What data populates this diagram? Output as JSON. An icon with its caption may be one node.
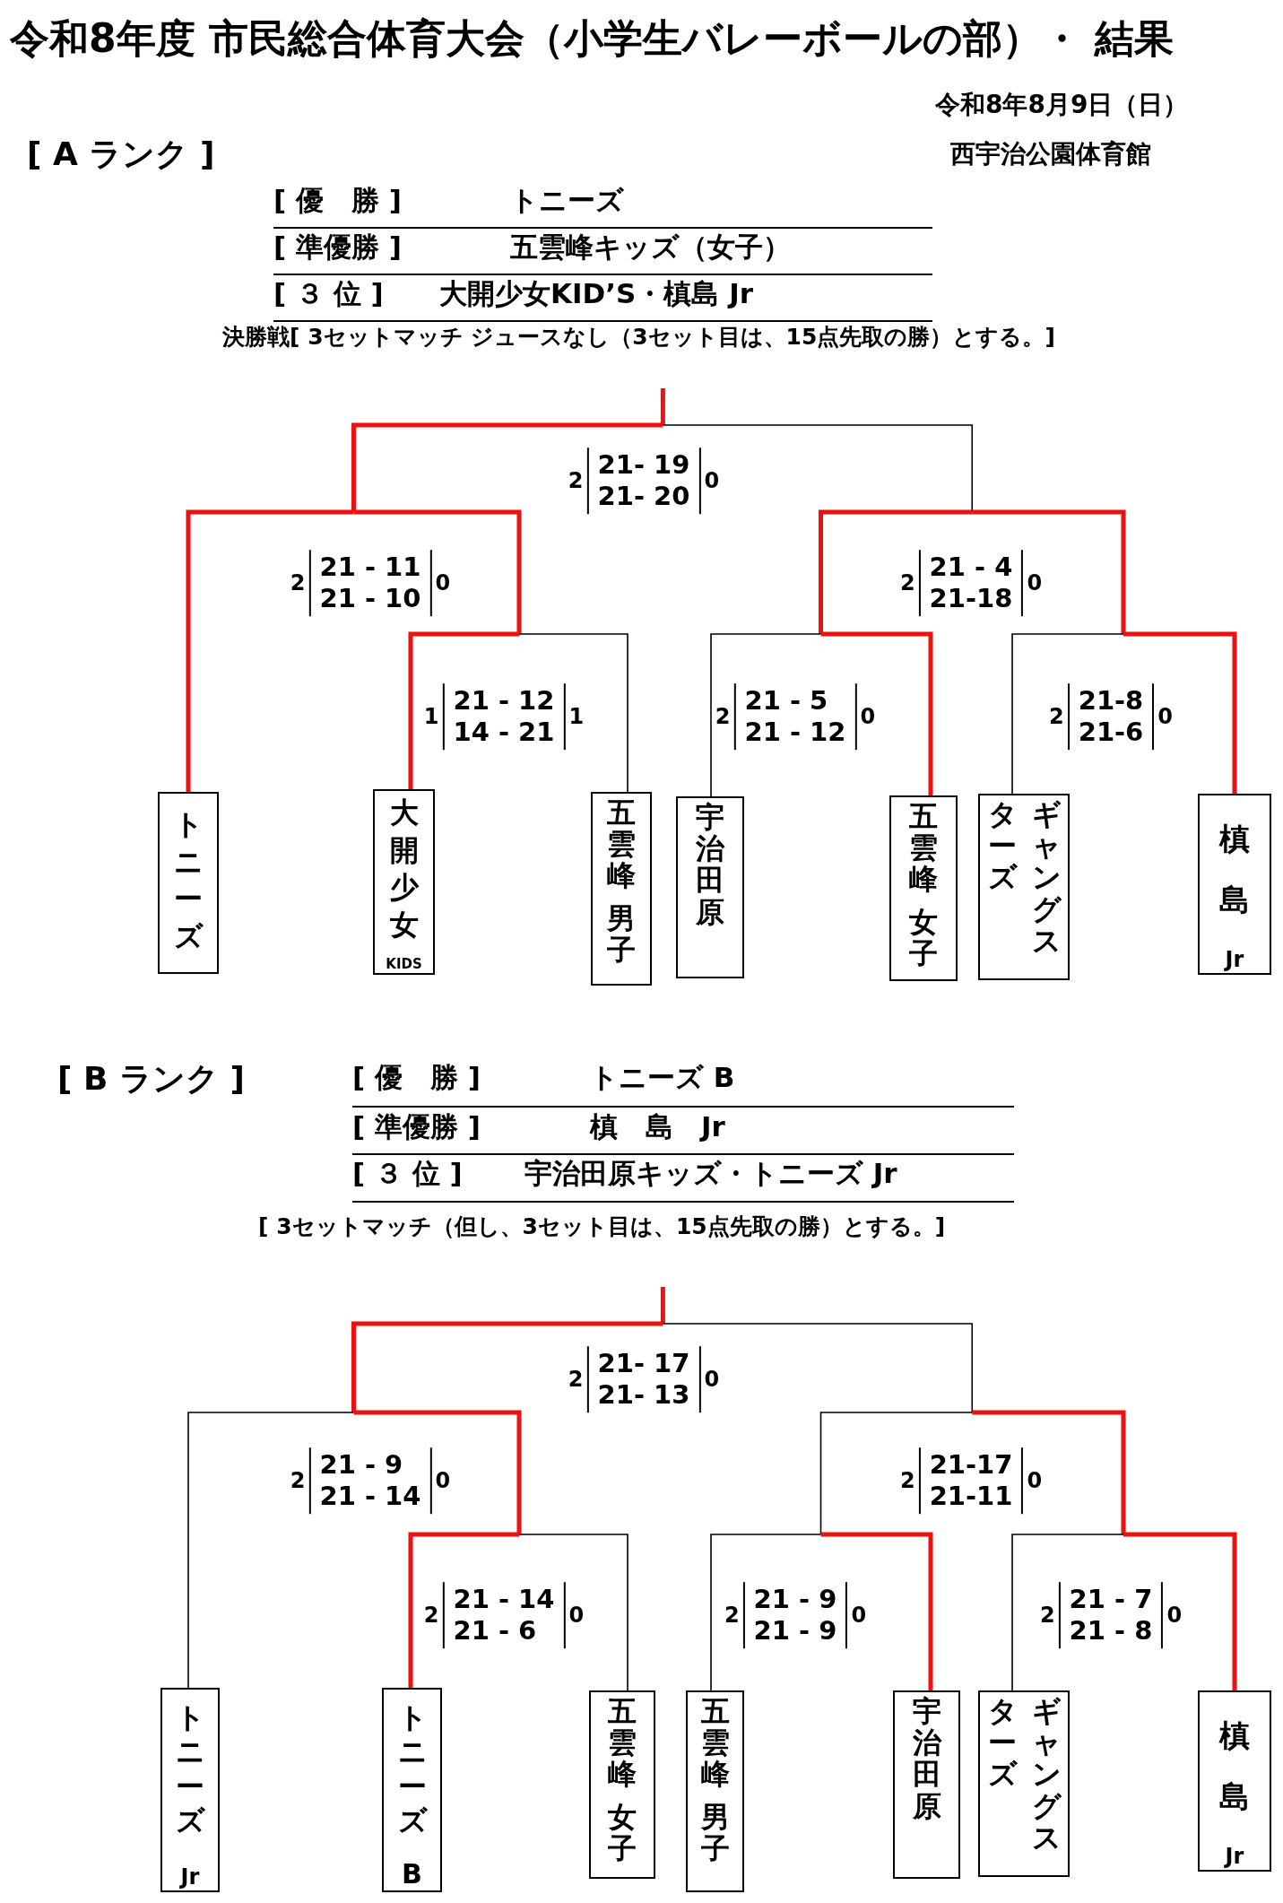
{
  "diagram": {
    "title": "令和8年度 市民総合体育大会（小学生バレーボールの部）・ 結果",
    "nodes": [
      {
        "text": [
          "2",
          "21- 19",
          "21- 20",
          "0"
        ]
      },
      {
        "text": [
          "2",
          "21 - 11",
          "21 - 10",
          "0"
        ]
      },
      {
        "text": [
          "2",
          "21 - 4",
          "21-18",
          "0"
        ]
      },
      {
        "text": [
          "1",
          "21 - 12",
          "14 - 21",
          "1"
        ]
      },
      {
        "text": [
          "2",
          "21 - 5",
          "21 - 12",
          "0"
        ]
      },
      {
        "text": [
          "2",
          "21-8",
          "21-6",
          "0"
        ]
      },
      {
        "text": [
          "トニーズ"
        ]
      },
      {
        "text": [
          "大開少女",
          "KIDS"
        ]
      },
      {
        "text": [
          "五雲峰",
          "男子"
        ]
      },
      {
        "text": [
          "宇治田原"
        ]
      },
      {
        "text": [
          "五雲峰",
          "女子"
        ]
      },
      {
        "text": [
          "ターズ",
          "ギャングス"
        ]
      },
      {
        "text": [
          "槙島",
          "Jr"
        ]
      },
      {
        "text": [
          "2",
          "21- 17",
          "21- 13",
          "0"
        ]
      },
      {
        "text": [
          "2",
          "21 - 9",
          "21 - 14",
          "0"
        ]
      },
      {
        "text": [
          "2",
          "21-17",
          "21-11",
          "0"
        ]
      },
      {
        "text": [
          "2",
          "21 - 14",
          "21 - 6",
          "0"
        ]
      },
      {
        "text": [
          "2",
          "21 - 9",
          "21 - 9",
          "0"
        ]
      },
      {
        "text": [
          "2",
          "21 - 7",
          "21 - 8",
          "0"
        ]
      },
      {
        "text": [
          "トニーズ",
          "Jr"
        ]
      },
      {
        "text": [
          "トニーズ",
          "B"
        ]
      },
      {
        "text": [
          "五雲峰",
          "女子"
        ]
      },
      {
        "text": [
          "五雲峰",
          "男子"
        ]
      },
      {
        "text": [
          "宇治田原"
        ]
      },
      {
        "text": [
          "ターズ",
          "ギャングス"
        ]
      },
      {
        "text": [
          "槙島",
          "Jr"
        ]
      }
    ],
    "edges": [
      {
        "from": 0,
        "to": null,
        "arrow": "none"
      },
      {
        "from": 1,
        "to": 0,
        "arrow": "none"
      },
      {
        "from": 2,
        "to": 0,
        "arrow": "none",
        "color": "#000000"
      },
      {
        "from": 6,
        "to": 1,
        "arrow": "none"
      },
      {
        "from": 3,
        "to": 1,
        "arrow": "none"
      },
      {
        "from": 4,
        "to": 2,
        "arrow": "none"
      },
      {
        "from": 5,
        "to": 2,
        "arrow": "none"
      },
      {
        "from": 7,
        "to": 3,
        "arrow": "none"
      },
      {
        "from": 8,
        "to": 3,
        "arrow": "none",
        "color": "#000000"
      },
      {
        "from": 9,
        "to": 4,
        "arrow": "none",
        "color": "#000000"
      },
      {
        "from": 10,
        "to": 4,
        "arrow": "none"
      },
      {
        "from": 11,
        "to": 5,
        "arrow": "none",
        "color": "#000000"
      },
      {
        "from": 12,
        "to": 5,
        "arrow": "none"
      },
      {
        "from": 13,
        "to": null,
        "arrow": "none"
      },
      {
        "from": 14,
        "to": 13,
        "arrow": "none"
      },
      {
        "from": 15,
        "to": 13,
        "arrow": "none",
        "color": "#000000"
      },
      {
        "from": 19,
        "to": 14,
        "arrow": "none",
        "color": "#000000"
      },
      {
        "from": 16,
        "to": 14,
        "arrow": "none"
      },
      {
        "from": 17,
        "to": 15,
        "arrow": "none",
        "color": "#000000"
      },
      {
        "from": 18,
        "to": 15,
        "arrow": "none"
      },
      {
        "from": 20,
        "to": 16,
        "arrow": "none"
      },
      {
        "from": 21,
        "to": 16,
        "arrow": "none",
        "color": "#000000"
      },
      {
        "from": 22,
        "to": 17,
        "arrow": "none",
        "color": "#000000"
      },
      {
        "from": 23,
        "to": 17,
        "arrow": "none"
      },
      {
        "from": 24,
        "to": 18,
        "arrow": "none",
        "color": "#000000"
      },
      {
        "from": 25,
        "to": 18,
        "arrow": "none"
      }
    ],
    "labels": [
      "令和8年8月9日（日）",
      "[ A ランク ]",
      "西宇治公園体育館",
      "[ 優　勝 ]",
      "トニーズ",
      "[ 準優勝 ]",
      "五雲峰キッズ（女子）",
      "[ ３ 位 ]",
      "大開少女KID’S・槙島 Jr",
      "決勝戦[ 3セットマッチ ジュースなし（3セット目は、15点先取の勝）とする。]",
      "[ B ランク ]",
      "[ 優　勝 ]",
      "トニーズ B",
      "[ 準優勝 ]",
      "槙　島　Jr",
      "[ ３ 位 ]",
      "宇治田原キッズ・トニーズ Jr",
      "[ 3セットマッチ（但し、3セット目は、15点先取の勝）とする。]"
    ]
  }
}
